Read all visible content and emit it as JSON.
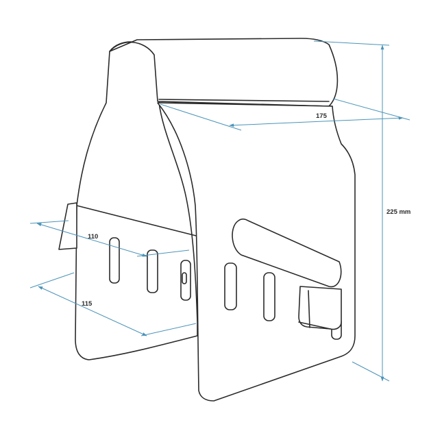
{
  "diagram": {
    "dimension_color": "#4a93b8",
    "line_color": "#2a2a2a",
    "labels": {
      "height": "225 mm",
      "width_top": "175",
      "depth_upper": "110",
      "depth_lower": "115"
    }
  }
}
